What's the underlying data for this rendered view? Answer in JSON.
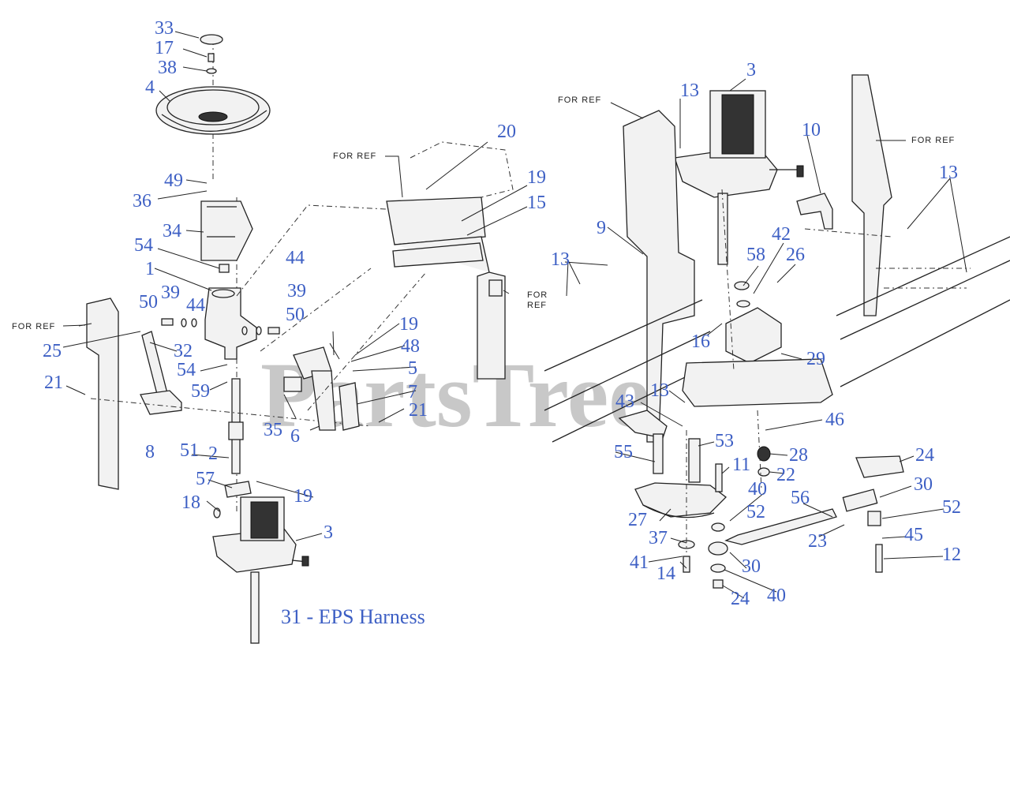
{
  "colors": {
    "callout": "#3d5fc4",
    "line": "#222222",
    "watermark": "#c8c8c8",
    "background": "#ffffff"
  },
  "watermark": "PartsTree",
  "caption": "31 - EPS Harness",
  "for_ref": [
    "FOR REF",
    "FOR",
    "REF"
  ],
  "callouts": {
    "c1": "1",
    "c2": "2",
    "c3": "3",
    "c4": "4",
    "c5": "5",
    "c6": "6",
    "c7": "7",
    "c8": "8",
    "c9": "9",
    "c10": "10",
    "c11": "11",
    "c12": "12",
    "c13": "13",
    "c14": "14",
    "c15": "15",
    "c16": "16",
    "c17": "17",
    "c18": "18",
    "c19": "19",
    "c20": "20",
    "c21": "21",
    "c22": "22",
    "c23": "23",
    "c24": "24",
    "c25": "25",
    "c26": "26",
    "c27": "27",
    "c28": "28",
    "c29": "29",
    "c30": "30",
    "c32": "32",
    "c33": "33",
    "c34": "34",
    "c35": "35",
    "c36": "36",
    "c37": "37",
    "c38": "38",
    "c39": "39",
    "c40": "40",
    "c41": "41",
    "c42": "42",
    "c43": "43",
    "c44": "44",
    "c45": "45",
    "c46": "46",
    "c48": "48",
    "c49": "49",
    "c50": "50",
    "c51": "51",
    "c52": "52",
    "c53": "53",
    "c54": "54",
    "c55": "55",
    "c56": "56",
    "c57": "57",
    "c58": "58",
    "c59": "59"
  }
}
